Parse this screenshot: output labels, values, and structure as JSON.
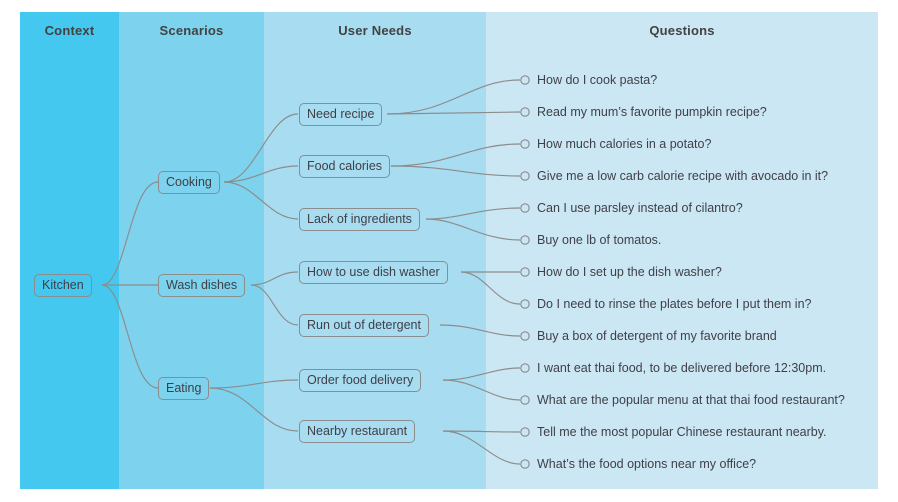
{
  "columns": [
    {
      "key": "context",
      "label": "Context",
      "color": "#44c8ef"
    },
    {
      "key": "scenarios",
      "label": "Scenarios",
      "color": "#7dd3ee"
    },
    {
      "key": "needs",
      "label": "User Needs",
      "color": "#a8dcf0"
    },
    {
      "key": "questions",
      "label": "Questions",
      "color": "#cbe7f4"
    }
  ],
  "root": {
    "label": "Kitchen"
  },
  "scenarios": [
    {
      "label": "Cooking"
    },
    {
      "label": "Wash dishes"
    },
    {
      "label": "Eating"
    }
  ],
  "needs": [
    {
      "label": "Need recipe"
    },
    {
      "label": "Food calories"
    },
    {
      "label": "Lack of ingredients"
    },
    {
      "label": "How to use dish washer"
    },
    {
      "label": "Run out of detergent"
    },
    {
      "label": "Order food delivery"
    },
    {
      "label": "Nearby restaurant"
    }
  ],
  "questions": [
    {
      "label": "How do I cook pasta?"
    },
    {
      "label": "Read my mum’s favorite pumpkin recipe?"
    },
    {
      "label": "How much calories in a potato?"
    },
    {
      "label": "Give me a low carb calorie recipe with avocado in it?"
    },
    {
      "label": "Can I use parsley instead of cilantro?"
    },
    {
      "label": "Buy one lb of tomatos."
    },
    {
      "label": "How do I set up the dish washer?"
    },
    {
      "label": "Do I need to rinse the plates before I put them in?"
    },
    {
      "label": "Buy a box of detergent of my favorite brand"
    },
    {
      "label": "I want eat thai food, to be delivered before 12:30pm."
    },
    {
      "label": "What are the popular menu at that thai food restaurant?"
    },
    {
      "label": "Tell me the most popular Chinese restaurant nearby."
    },
    {
      "label": "What’s the food options near my office?"
    }
  ],
  "theme": {
    "line_color": "#8c8c8c",
    "text_color": "#3f3f46",
    "header_color": "#424242",
    "page_background": "#ffffff"
  }
}
